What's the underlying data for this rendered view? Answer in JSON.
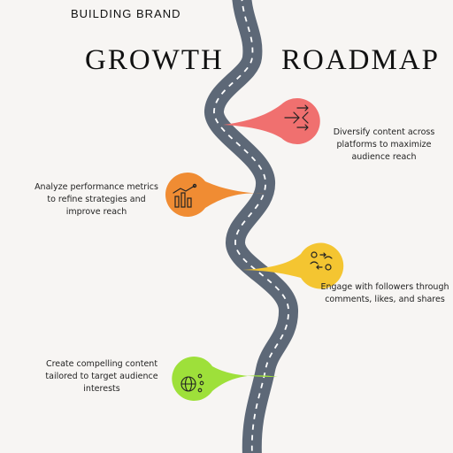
{
  "header": {
    "subtitle": "BUILDING BRAND",
    "title_left": "GROWTH",
    "title_right": "ROADMAP"
  },
  "steps": [
    {
      "text": "Diversify content across platforms to maximize audience reach",
      "color": "#f0706f",
      "icon": "arrows-diverge-icon"
    },
    {
      "text": "Analyze performance metrics to refine strategies and improve reach",
      "color": "#f08c33",
      "icon": "analytics-icon"
    },
    {
      "text": "Engage with followers through comments, likes, and shares",
      "color": "#f4c531",
      "icon": "conversation-icon"
    },
    {
      "text": "Create compelling content tailored to target audience interests",
      "color": "#9ee03a",
      "icon": "globe-network-icon"
    }
  ],
  "road": {
    "color": "#5d6877",
    "dash_color": "#ffffff"
  },
  "background": "#f7f5f3"
}
